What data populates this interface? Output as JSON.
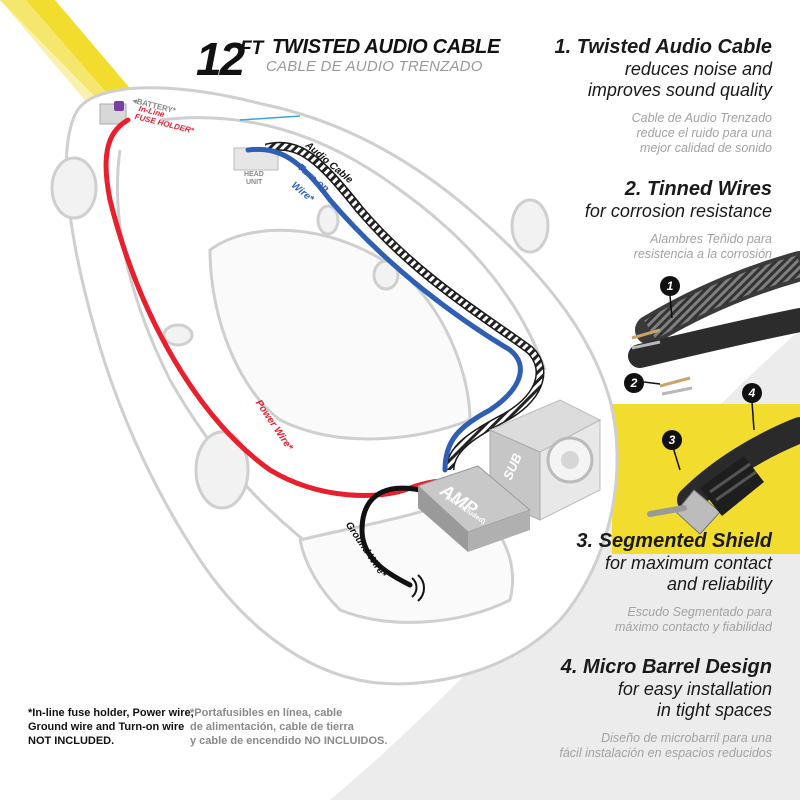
{
  "title": {
    "number": "12",
    "unit": "FT",
    "main": "TWISTED AUDIO CABLE",
    "sub": "CABLE DE AUDIO TRENZADO"
  },
  "features": [
    {
      "num": "1.",
      "title": "Twisted Audio Cable",
      "desc": [
        "reduces noise and",
        "improves sound quality"
      ],
      "es": [
        "Cable de Audio Trenzado",
        "reduce el ruido para una",
        "mejor calidad de sonido"
      ]
    },
    {
      "num": "2.",
      "title": "Tinned Wires",
      "desc": [
        "for corrosion resistance"
      ],
      "es": [
        "Alambres Teñido para",
        "resistencia a la corrosión"
      ]
    },
    {
      "num": "3.",
      "title": "Segmented Shield",
      "desc": [
        "for maximum contact",
        "and reliability"
      ],
      "es": [
        "Escudo Segmentado para",
        "máximo contacto y fiabilidad"
      ]
    },
    {
      "num": "4.",
      "title": "Micro Barrel Design",
      "desc": [
        "for easy installation",
        "in tight spaces"
      ],
      "es": [
        "Diseño de microbarril para una",
        "fácil instalación en espacios reducidos"
      ]
    }
  ],
  "diagram": {
    "battery": "◂BATTERY*",
    "fuse_line1": "In-Line",
    "fuse_line2": "FUSE HOLDER*",
    "head_unit_line1": "HEAD",
    "head_unit_line2": "UNIT",
    "audio_cable": "Audio Cable",
    "turn_on_line1": "Turn-on",
    "turn_on_line2": "Wire*",
    "power_wire": "Power Wire*",
    "ground_wire": "Ground Wire*",
    "amp": "AMP",
    "amp_sub": "(not included)",
    "sub": "SUB"
  },
  "callouts": [
    "1",
    "2",
    "3",
    "4"
  ],
  "notes": {
    "en": [
      "*In-line fuse holder, Power wire,",
      "Ground wire and Turn-on wire",
      "NOT INCLUDED."
    ],
    "es": [
      "*Portafusibles en línea, cable",
      "de alimentación, cable de tierra",
      "y cable de encendido NO INCLUIDOS."
    ]
  },
  "colors": {
    "power_wire": "#e8202e",
    "turn_on_wire": "#2e5fb4",
    "ground_wire": "#111111",
    "accent_yellow": "#f2dd2e",
    "car_outline": "#cfcfcf",
    "spanish_text": "#a2a2a2"
  }
}
